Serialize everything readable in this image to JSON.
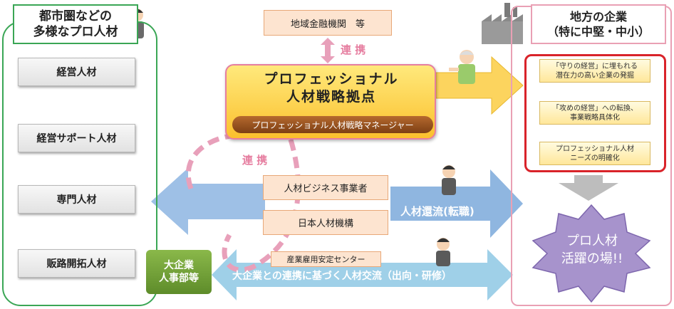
{
  "left": {
    "title_line1": "都市圏などの",
    "title_line2": "多様なプロ人材",
    "items": [
      "経営人材",
      "経営サポート人材",
      "専門人材",
      "販路開拓人材"
    ]
  },
  "top_box": "地域金融機関　等",
  "renkei": "連 携",
  "hub": {
    "title_line1": "プロフェッショナル",
    "title_line2": "人材戦略拠点",
    "subtitle": "プロフェッショナル人材戦略マネージャー"
  },
  "orgs": [
    "人材ビジネス事業者",
    "日本人材機構"
  ],
  "org_small": "産業雇用安定センター",
  "arrow_flow": "人材還流(転職)",
  "arrow_exchange": "大企業との連携に基づく人材交流（出向・研修）",
  "corp_line1": "大企業",
  "corp_line2": "人事部等",
  "right": {
    "title_line1": "地方の企業",
    "title_line2": "（特に中堅・中小）",
    "steps": [
      {
        "l1": "「守りの経営」に埋もれる",
        "l2": "潜在力の高い企業の発掘"
      },
      {
        "l1": "「攻めの経営」への転換、",
        "l2": "事業戦略具体化"
      },
      {
        "l1": "プロフェッショナル人材",
        "l2": "ニーズの明確化"
      }
    ],
    "stage_line1": "プロ人材",
    "stage_line2": "活躍の場!!"
  },
  "colors": {
    "green": "#3aa655",
    "pink": "#e9a0b4",
    "red": "#d9232a",
    "blue_arrow": "#8fb6e0",
    "yellow_arrow": "#fcd45e",
    "purple": "#9b86c4"
  }
}
